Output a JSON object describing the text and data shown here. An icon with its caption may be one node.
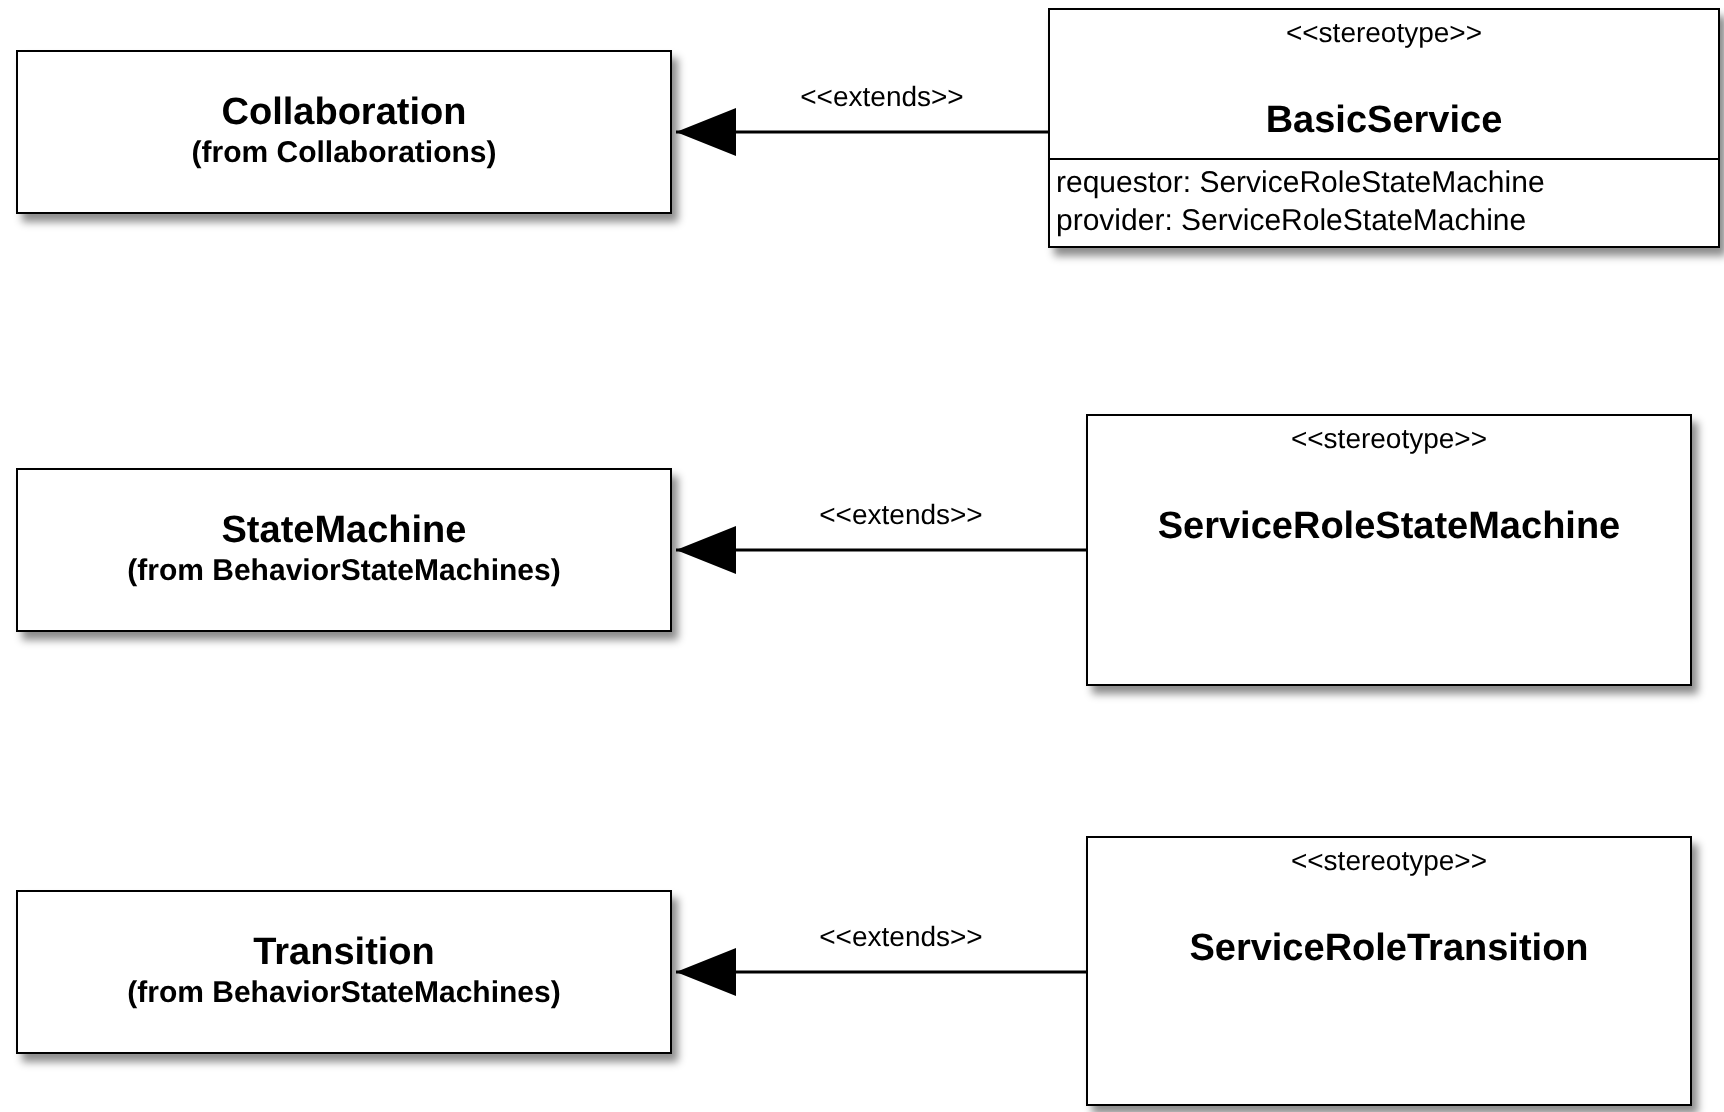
{
  "diagram": {
    "nodes": [
      {
        "text": [
          "Collaboration",
          "(from Collaborations)"
        ]
      },
      {
        "text": [
          "<<stereotype>>",
          "BasicService",
          "requestor: ServiceRoleStateMachine",
          "provider: ServiceRoleStateMachine"
        ]
      },
      {
        "text": [
          "StateMachine",
          "(from BehaviorStateMachines)"
        ]
      },
      {
        "text": [
          "<<stereotype>>",
          "ServiceRoleStateMachine"
        ]
      },
      {
        "text": [
          "Transition",
          "(from BehaviorStateMachines)"
        ]
      },
      {
        "text": [
          "<<stereotype>>",
          "ServiceRoleTransition"
        ]
      }
    ],
    "edges": [
      {
        "from": 1,
        "to": 0,
        "arrow": "to",
        "label": "<<extends>>"
      },
      {
        "from": 3,
        "to": 2,
        "arrow": "to",
        "label": "<<extends>>"
      },
      {
        "from": 5,
        "to": 4,
        "arrow": "to",
        "label": "<<extends>>"
      }
    ]
  }
}
